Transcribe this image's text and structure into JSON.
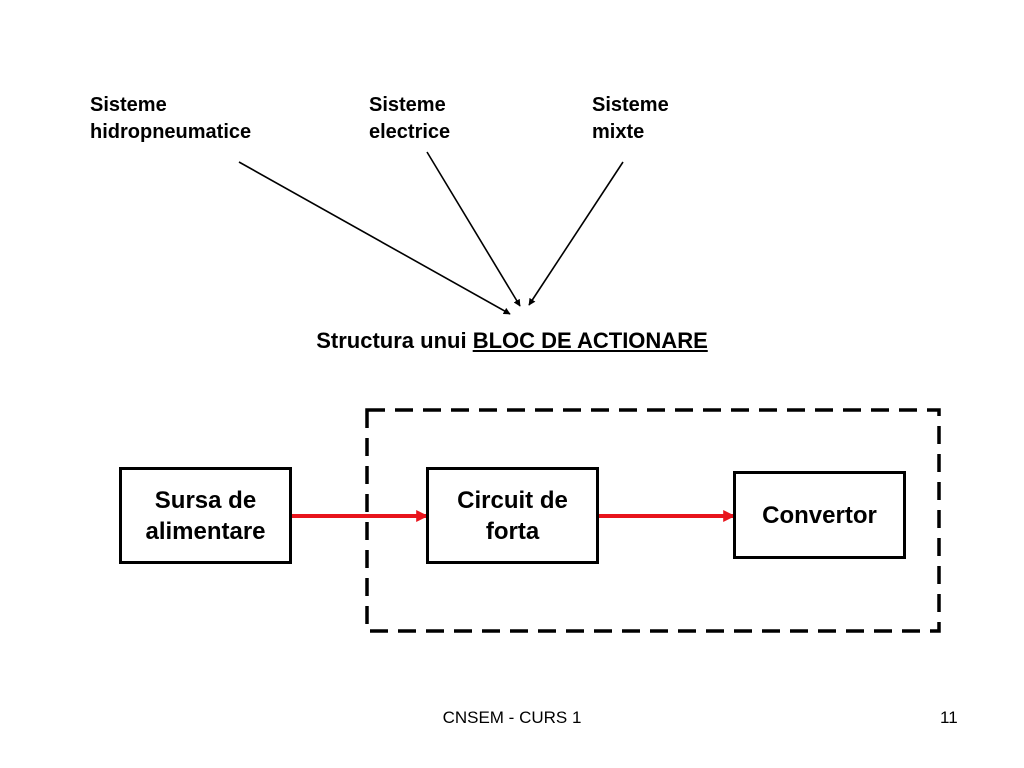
{
  "categories": [
    {
      "line1": "Sisteme",
      "line2": "hidropneumatice"
    },
    {
      "line1": "Sisteme",
      "line2": "electrice"
    },
    {
      "line1": "Sisteme",
      "line2": "mixte"
    }
  ],
  "title": {
    "prefix": "Structura unui ",
    "underlined": "BLOC DE ACTIONARE"
  },
  "blocks": {
    "source": {
      "line1": "Sursa de",
      "line2": "alimentare"
    },
    "circuit": {
      "line1": "Circuit de",
      "line2": "forta"
    },
    "converter": {
      "line1": "Convertor"
    }
  },
  "colors": {
    "flow_arrow": "#e8141c",
    "pointer_arrow": "#000000",
    "box_border": "#000000"
  },
  "footer": {
    "course": "CNSEM - CURS 1",
    "page": "11"
  }
}
